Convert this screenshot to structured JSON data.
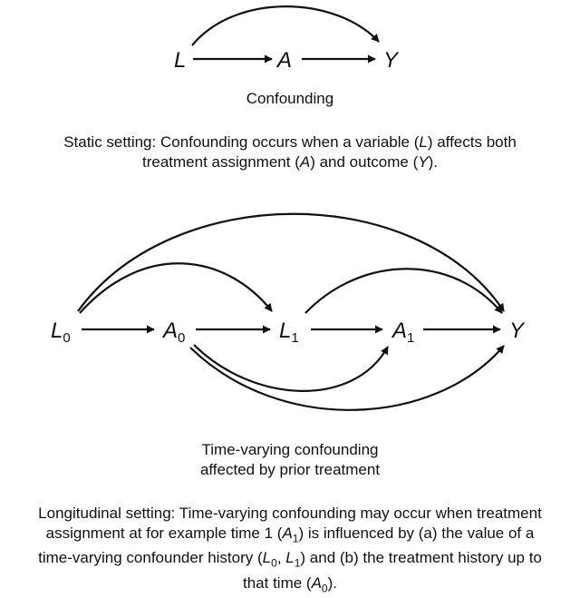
{
  "static_diagram": {
    "nodes": {
      "L": "L",
      "A": "A",
      "Y": "Y"
    },
    "title": "Confounding",
    "description": [
      "Static setting: Confounding occurs when a variable (",
      "L",
      ") affects both",
      "treatment assignment (",
      "A",
      ") and outcome (",
      "Y",
      ")."
    ]
  },
  "longitudinal_diagram": {
    "nodes": {
      "L0": {
        "base": "L",
        "sub": "0"
      },
      "A0": {
        "base": "A",
        "sub": "0"
      },
      "L1": {
        "base": "L",
        "sub": "1"
      },
      "A1": {
        "base": "A",
        "sub": "1"
      },
      "Y": "Y"
    },
    "title_line1": "Time-varying confounding",
    "title_line2": "affected by prior treatment",
    "description": {
      "line1": "Longitudinal setting: Time-varying confounding may occur when treatment",
      "line2_pre": "assignment at for example time 1 (",
      "line2_A": "A",
      "line2_sub": "1",
      "line2_post": ") is influenced by (a) the value of a",
      "line3_pre": "time-varying confounder history (",
      "line3_L0": "L",
      "line3_L0sub": "0",
      "line3_mid": ", ",
      "line3_L1": "L",
      "line3_L1sub": "1",
      "line3_post": ") and (b) the treatment history up to",
      "line4_pre": "that time (",
      "line4_A": "A",
      "line4_sub": "0",
      "line4_post": ")."
    }
  }
}
